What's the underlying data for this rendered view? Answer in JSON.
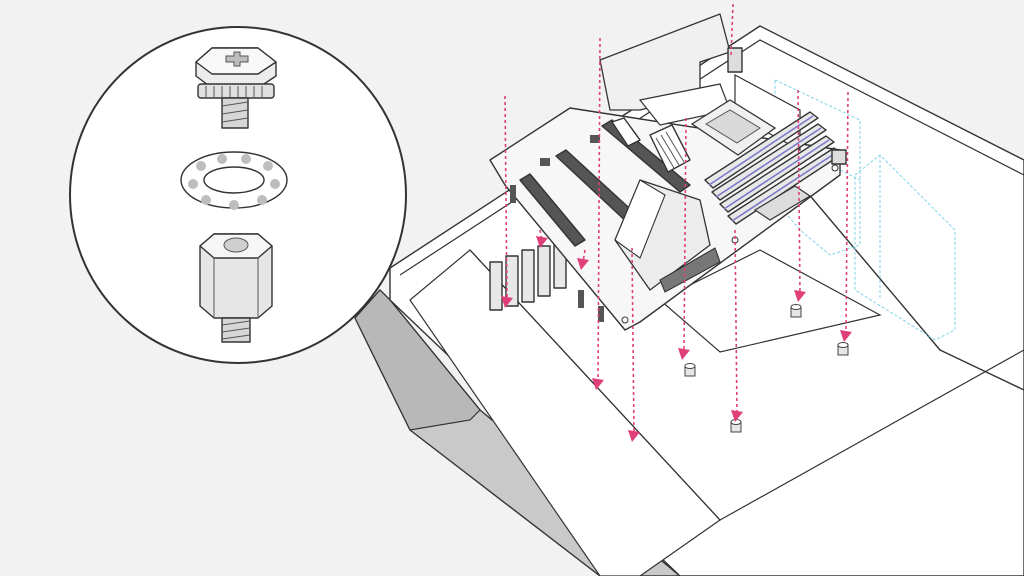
{
  "diagram": {
    "colors": {
      "background": "#f2f2f2",
      "case_panel": "#ffffff",
      "case_side": "#c9c9c9",
      "board": "#f7f7f7",
      "guide": "#e0407a",
      "blueprint": "#7ed3e8",
      "ram_accent": "#7a7ac8",
      "standoff": "#e6e6e6"
    },
    "icons": {
      "screw": "screw-icon",
      "washer": "washer-icon",
      "standoff": "standoff-icon",
      "arrow": "arrow-down-icon"
    },
    "detail_callout": {
      "parts": [
        "screw",
        "washer",
        "standoff"
      ]
    },
    "mounting_points": 7,
    "guide_lines": 10
  }
}
